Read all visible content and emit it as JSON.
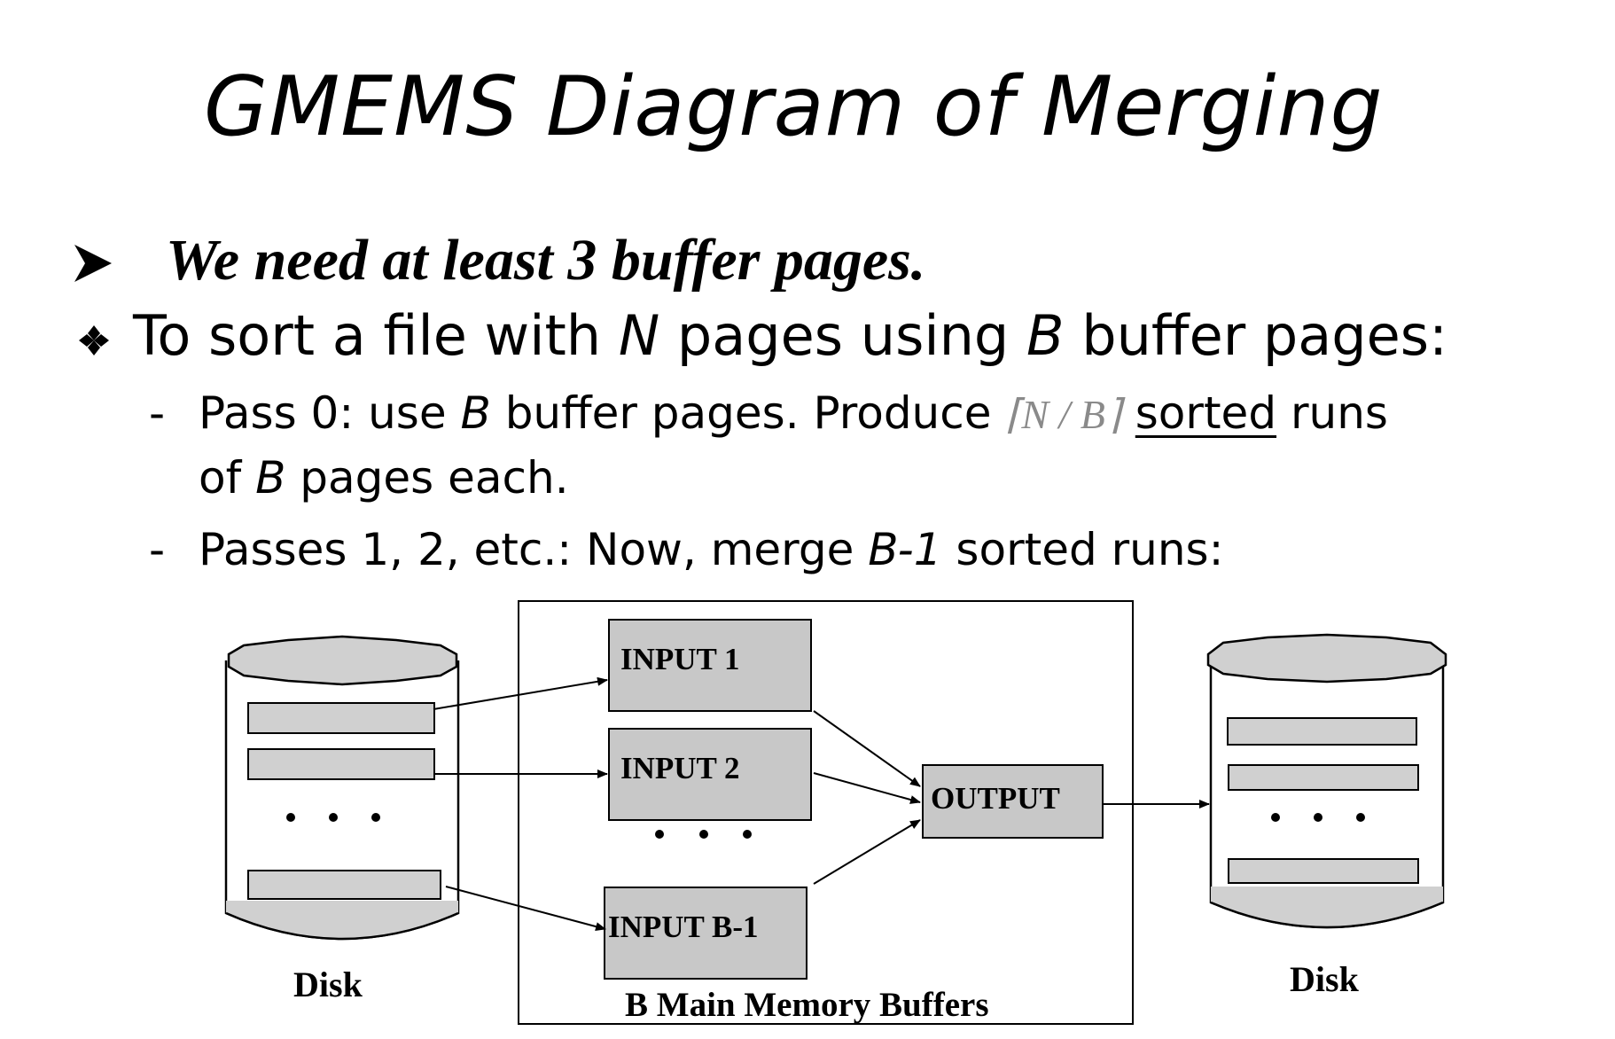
{
  "title": "GMEMS Diagram of Merging",
  "bullets": {
    "line1": "We need at least 3 buffer pages.",
    "line2": {
      "part1": "To sort a file with ",
      "var_n": "N",
      "part2": " pages using ",
      "var_b": "B",
      "part3": " buffer pages:"
    },
    "pass0": {
      "dash": "-",
      "part1": "Pass 0: use ",
      "var_b": "B",
      "part2": " buffer pages.  Produce ",
      "formula": "⌈N / B⌉",
      "underlined": "sorted",
      "part3": " runs",
      "part4": "of ",
      "var_b2": "B",
      "part5": " pages each."
    },
    "passes": {
      "dash": "-",
      "part1": "Passes 1, 2, etc.:  Now, merge ",
      "var_b1": "B-1",
      "part2": " sorted runs:"
    }
  },
  "diagram": {
    "left_disk_label": "Disk",
    "right_disk_label": "Disk",
    "memory_label": "B Main Memory Buffers",
    "inputs": [
      "INPUT 1",
      "INPUT 2",
      "INPUT B-1"
    ],
    "output": "OUTPUT",
    "ellipsis": "• • •",
    "buffer_fill": "#c8c8c8",
    "disk_fill": "#d0d0d0"
  }
}
